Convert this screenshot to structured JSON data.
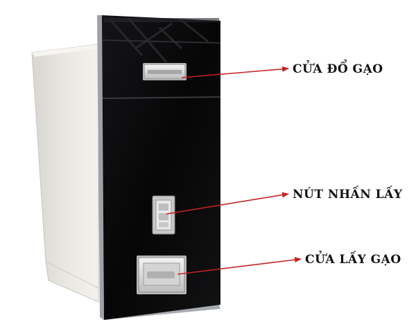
{
  "callouts": [
    {
      "label": "CỬA ĐỔ GẠO"
    },
    {
      "label": "NÚT NHẤN LẤY"
    },
    {
      "label": "CỬA LẤY GẠO"
    }
  ],
  "colors": {
    "cabinet_body": "#e9e7e2",
    "glass_front": "#0b0b0d",
    "frame_trim": "#b9bcc0",
    "handle_metal": "#dcdcdc",
    "arrow": "#c42222",
    "label_text": "#111111"
  }
}
